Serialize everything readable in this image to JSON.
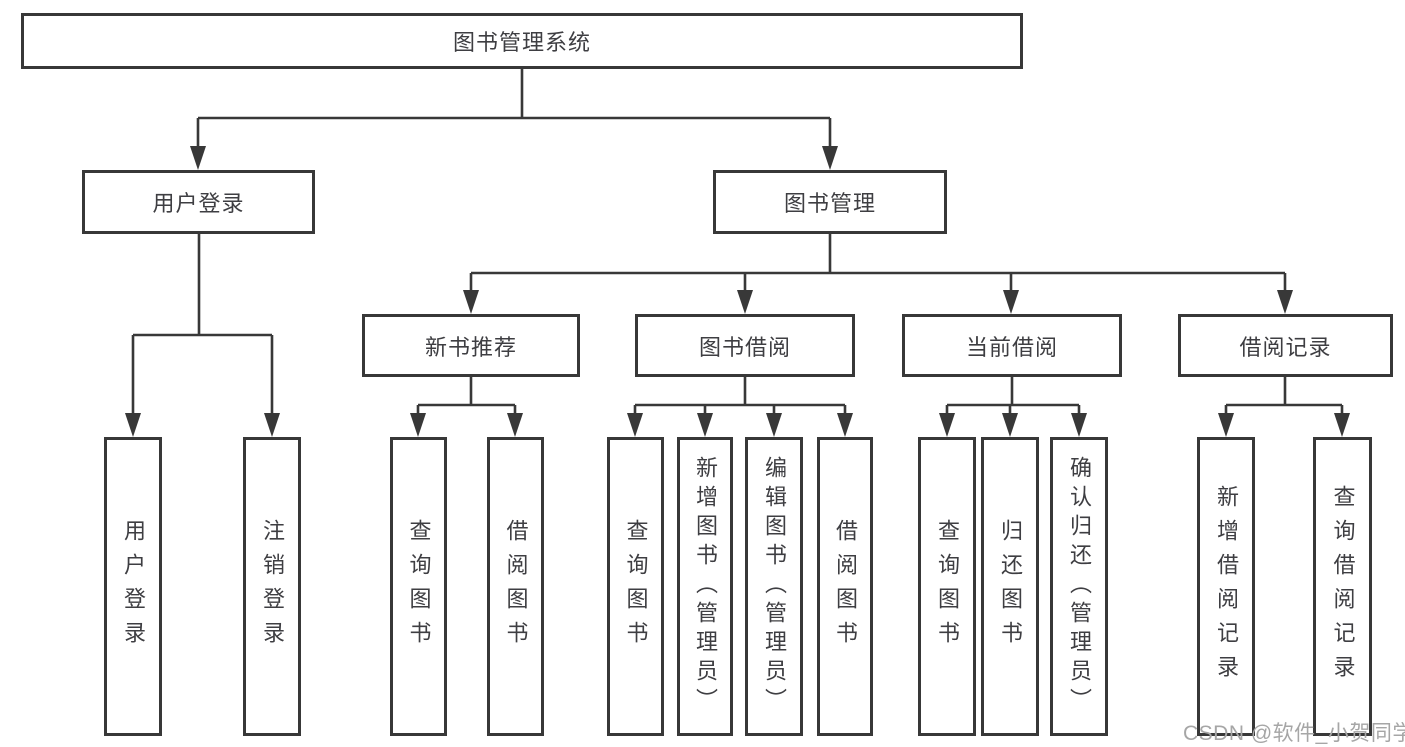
{
  "diagram": {
    "type": "tree-structure-chart",
    "colors": {
      "line": "#383838",
      "box_border": "#383838",
      "text": "#3e3e42",
      "background": "#ffffff",
      "watermark": "#a6a6a6"
    },
    "root": {
      "label": "图书管理系统"
    },
    "branches": [
      {
        "label": "用户登录",
        "children": [
          {
            "label": "用户登录"
          },
          {
            "label": "注销登录"
          }
        ]
      },
      {
        "label": "图书管理",
        "groups": [
          {
            "label": "新书推荐",
            "children": [
              {
                "label": "查询图书"
              },
              {
                "label": "借阅图书"
              }
            ]
          },
          {
            "label": "图书借阅",
            "children": [
              {
                "label": "查询图书"
              },
              {
                "label": "新增图书（管理员）"
              },
              {
                "label": "编辑图书（管理员）"
              },
              {
                "label": "借阅图书"
              }
            ]
          },
          {
            "label": "当前借阅",
            "children": [
              {
                "label": "查询图书"
              },
              {
                "label": "归还图书"
              },
              {
                "label": "确认归还（管理员）"
              }
            ]
          },
          {
            "label": "借阅记录",
            "children": [
              {
                "label": "新增借阅记录"
              },
              {
                "label": "查询借阅记录"
              }
            ]
          }
        ]
      }
    ],
    "watermark": "CSDN @软件_小贺同学"
  }
}
